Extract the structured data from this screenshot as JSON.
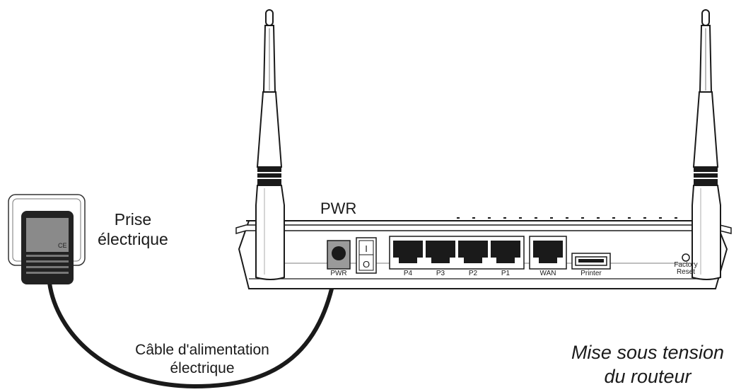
{
  "outlet": {
    "line1": "Prise",
    "line2": "électrique",
    "mark": "CE"
  },
  "power_label": "PWR",
  "cable": {
    "line1": "Câble d'alimentation",
    "line2": "électrique"
  },
  "caption": {
    "line1": "Mise sous tension",
    "line2": "du routeur"
  },
  "switch": {
    "on_symbol": "I",
    "off_symbol": "O"
  },
  "ports": {
    "pwr": "PWR",
    "p4": "P4",
    "p3": "P3",
    "p2": "P2",
    "p1": "P1",
    "wan": "WAN",
    "printer": "Printer",
    "factory_line1": "Factory",
    "factory_line2": "Reset"
  }
}
